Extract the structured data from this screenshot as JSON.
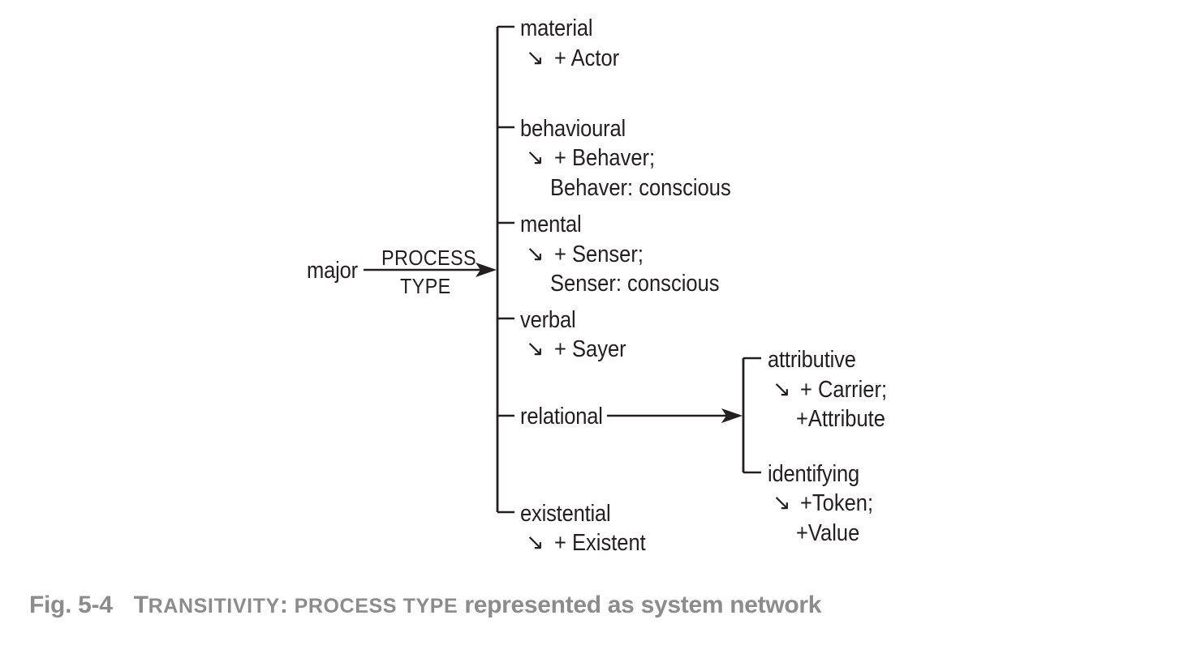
{
  "figure": {
    "caption_number": "Fig. 5-4",
    "caption_smallcaps_1": "T",
    "caption_smallcaps_1_rest": "RANSITIVITY",
    "caption_colon": ":",
    "caption_smallcaps_2": "PROCESS TYPE",
    "caption_rest": "represented as system network"
  },
  "network": {
    "entry_term": "major",
    "system_label_line1": "PROCESS",
    "system_label_line2": "TYPE",
    "realization_symbol": "↘",
    "options": [
      {
        "term": "material",
        "realizations": [
          "+ Actor"
        ]
      },
      {
        "term": "behavioural",
        "realizations": [
          "+ Behaver;",
          "Behaver: conscious"
        ]
      },
      {
        "term": "mental",
        "realizations": [
          "+ Senser;",
          "Senser: conscious"
        ]
      },
      {
        "term": "verbal",
        "realizations": [
          "+ Sayer"
        ]
      },
      {
        "term": "relational",
        "realizations": []
      },
      {
        "term": "existential",
        "realizations": [
          "+ Existent"
        ]
      }
    ],
    "subsystem": {
      "source_term": "relational",
      "options": [
        {
          "term": "attributive",
          "realizations": [
            "+ Carrier;",
            "+Attribute"
          ]
        },
        {
          "term": "identifying",
          "realizations": [
            "+Token;",
            "+Value"
          ]
        }
      ]
    }
  },
  "colors": {
    "ink": "#231f20",
    "caption_gray": "#8c8c8c",
    "background": "#ffffff"
  }
}
